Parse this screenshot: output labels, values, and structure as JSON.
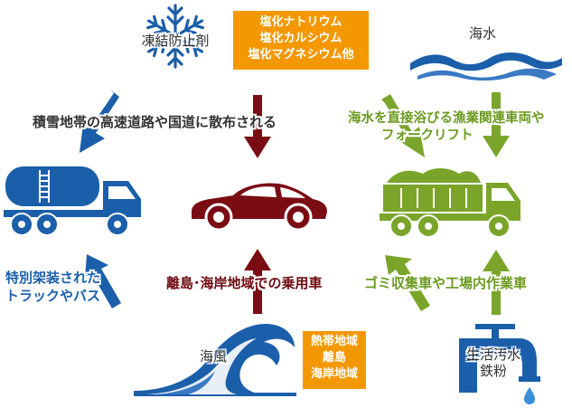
{
  "sources": {
    "deicer": {
      "label": "凍結防止剤",
      "chemicals": [
        "塩化ナトリウム",
        "塩化カルシウム",
        "塩化マグネシウム他"
      ]
    },
    "seawater": {
      "label": "海水"
    },
    "sea_wind": {
      "label": "海風",
      "regions": [
        "熱帯地域",
        "離島",
        "海岸地域"
      ]
    },
    "household": {
      "label_lines": [
        "生活汚水",
        "鉄粉"
      ]
    }
  },
  "captions": {
    "highway": "積雪地帯の高速道路や国道に散布される",
    "fishing_line1": "海水を直接浴びる漁業関連車両や",
    "fishing_line2": "フォークリフト",
    "special_vehicle_line1": "特別架装された",
    "special_vehicle_line2": "トラックやバス",
    "island_cars": "離島･海岸地域での乗用車",
    "garbage": "ゴミ収集車や工場内作業車"
  },
  "colors": {
    "blue": "#1b5faa",
    "green": "#7aa52a",
    "maroon": "#7a0c14",
    "orange": "#f39800"
  }
}
